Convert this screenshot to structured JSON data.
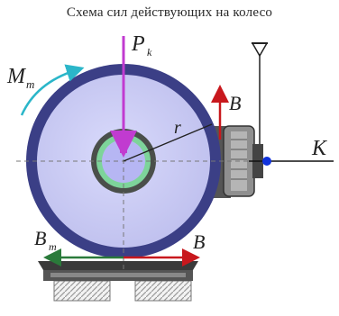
{
  "title": "Схема сил действующих на колесо",
  "labels": {
    "torque": "M",
    "torque_sub": "т",
    "load": "P",
    "load_sub": "k",
    "radius": "r",
    "b_upper": "B",
    "b_lower": "B",
    "bt": "B",
    "bt_sub": "т",
    "k": "K"
  },
  "colors": {
    "wheel_rim": "#3b3f86",
    "wheel_face": "#c7c8f2",
    "hub_ring": "#4a4f4a",
    "hub_inner": "#7dd49a",
    "center": "#b6b6f3",
    "load_arrow": "#c13bd0",
    "b_arrow": "#c8181d",
    "bt_arrow": "#2a7a3a",
    "torque_arrow": "#2bb6c9",
    "axle_blue": "#1133dd",
    "rail": "#222222"
  }
}
